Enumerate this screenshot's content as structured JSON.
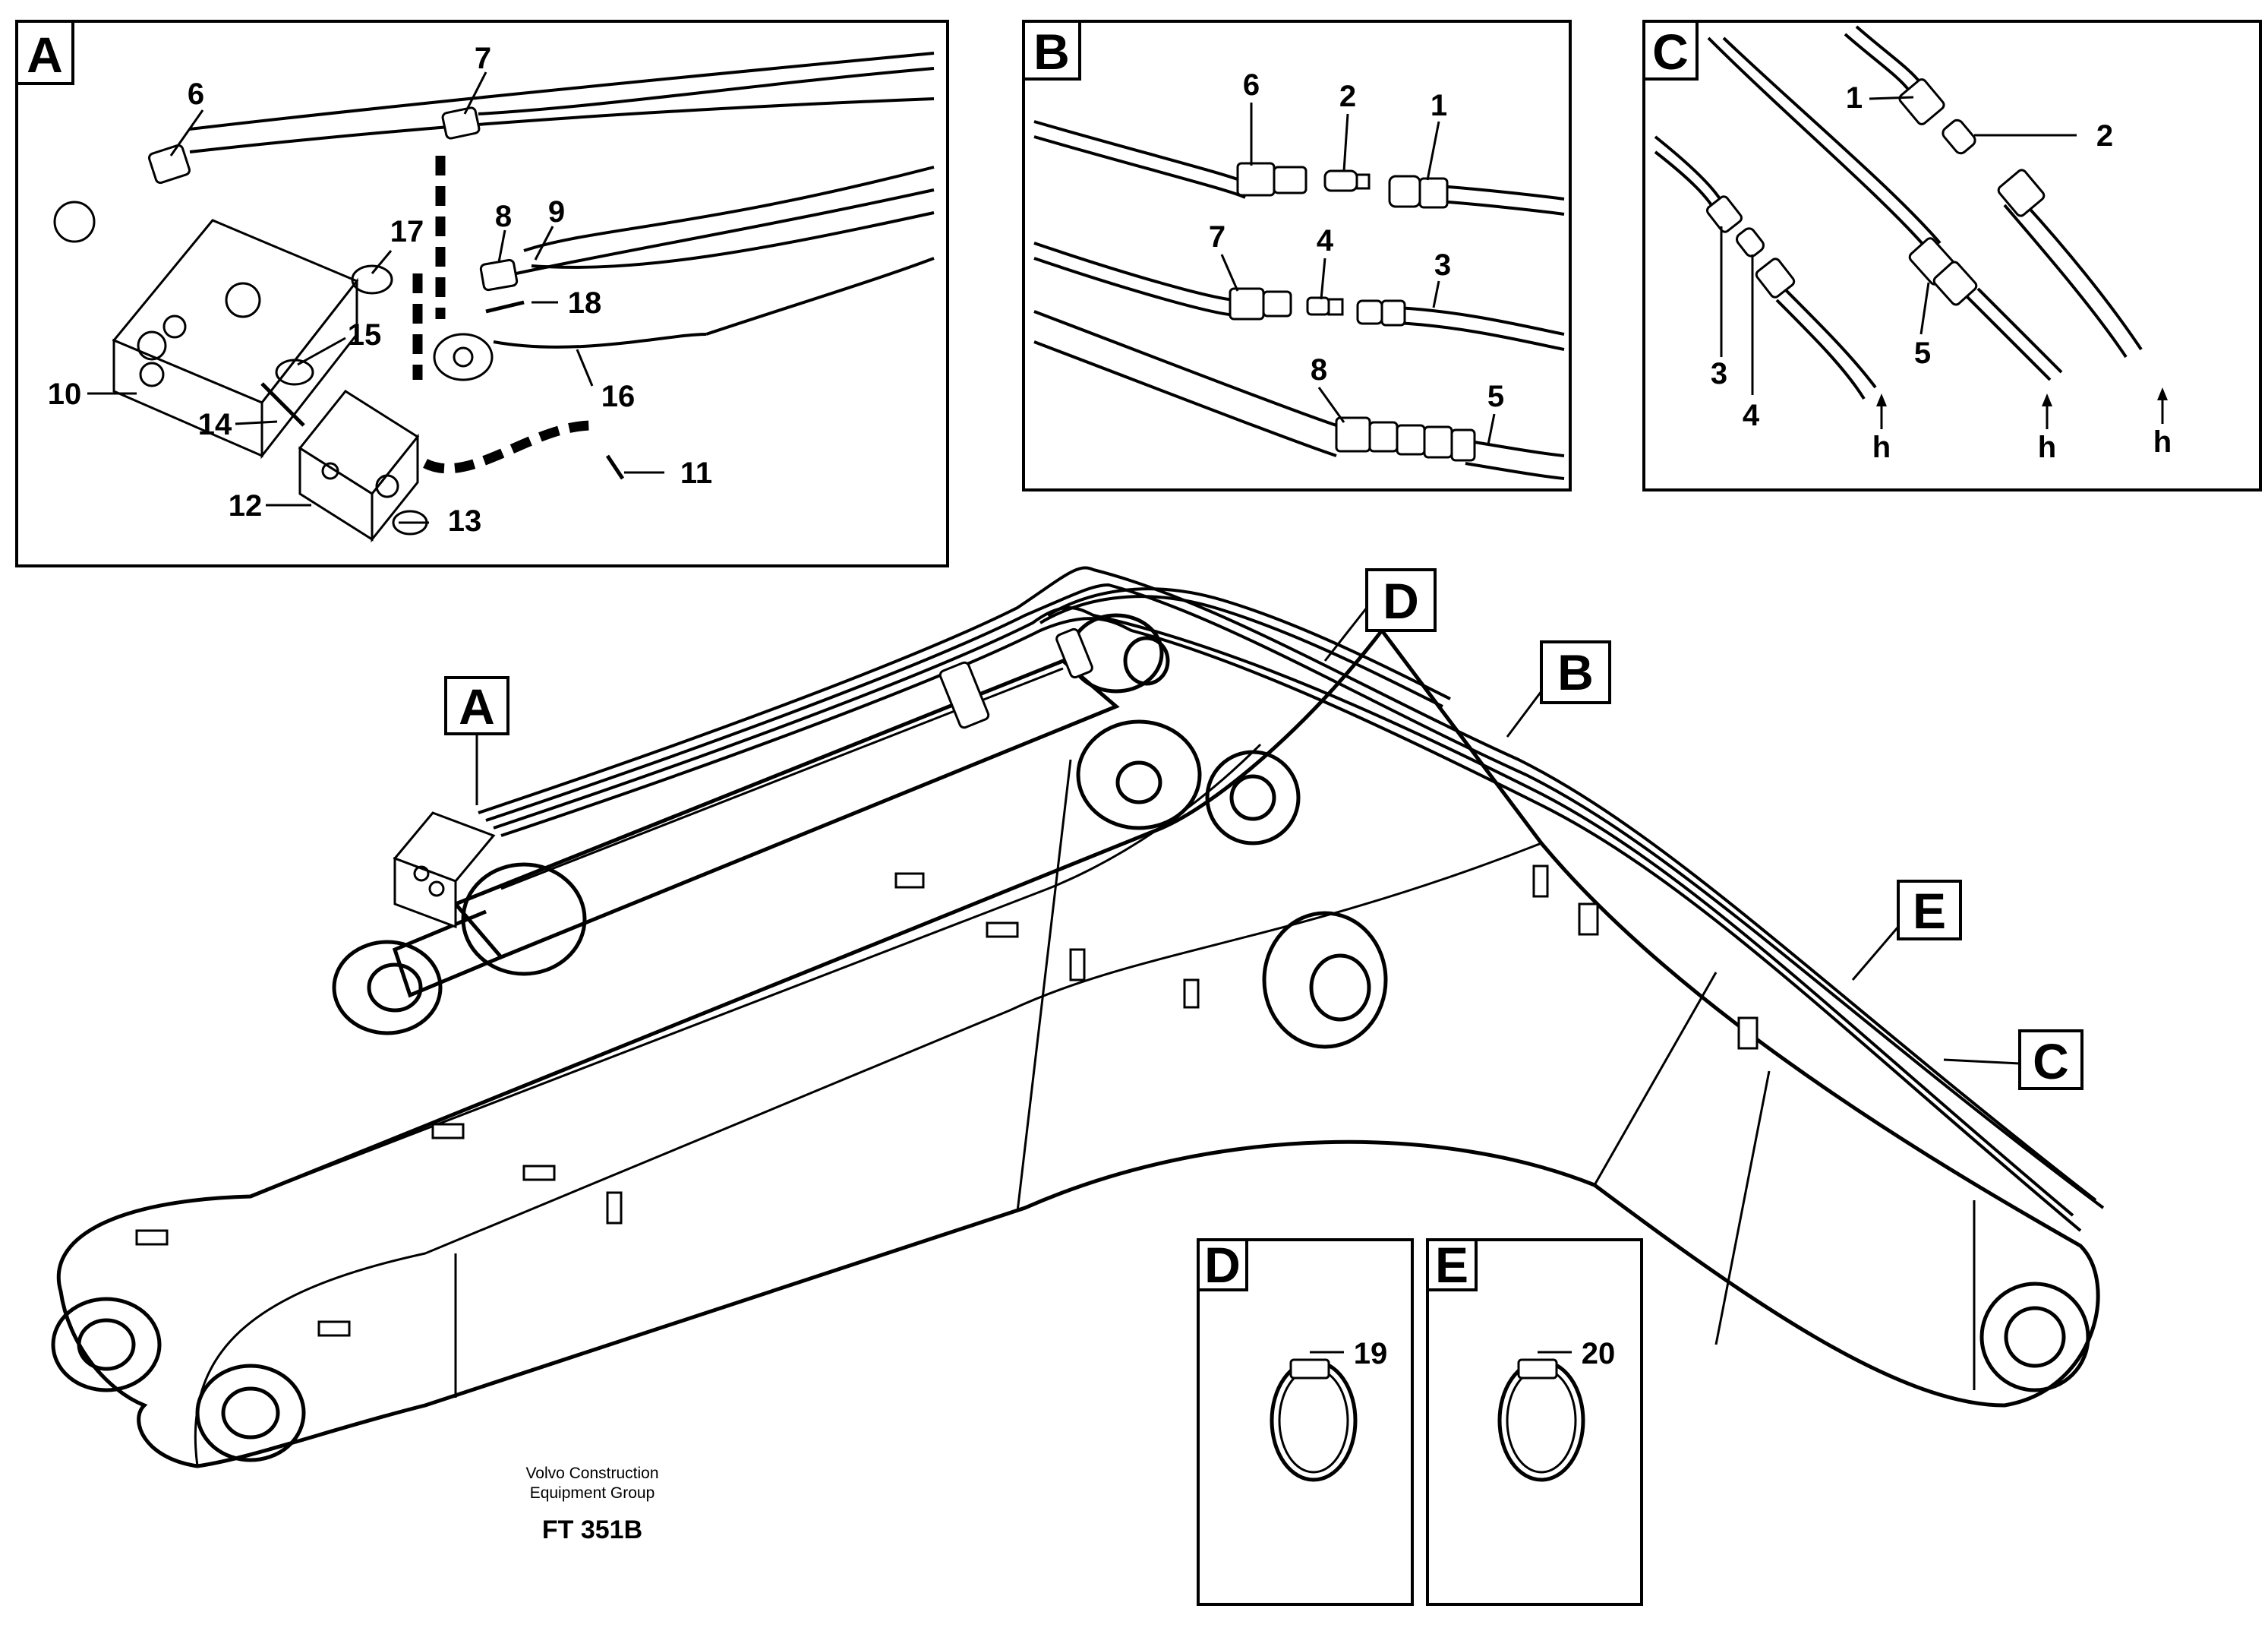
{
  "detail_a": {
    "tag": "A",
    "callouts": [
      "6",
      "7",
      "8",
      "9",
      "17",
      "18",
      "15",
      "16",
      "10",
      "14",
      "11",
      "12",
      "13"
    ]
  },
  "detail_b": {
    "tag": "B",
    "callouts": [
      "6",
      "2",
      "1",
      "7",
      "4",
      "3",
      "8",
      "5"
    ]
  },
  "detail_c": {
    "tag": "C",
    "callouts": [
      "1",
      "2",
      "3",
      "4",
      "5"
    ],
    "arrow_label": "h"
  },
  "detail_d": {
    "tag": "D",
    "callout": "19"
  },
  "detail_e": {
    "tag": "E",
    "callout": "20"
  },
  "main_view": {
    "tags": [
      "A",
      "D",
      "B",
      "E",
      "C"
    ]
  },
  "credit": {
    "line1": "Volvo Construction",
    "line2": "Equipment Group",
    "code": "FT 351B"
  }
}
